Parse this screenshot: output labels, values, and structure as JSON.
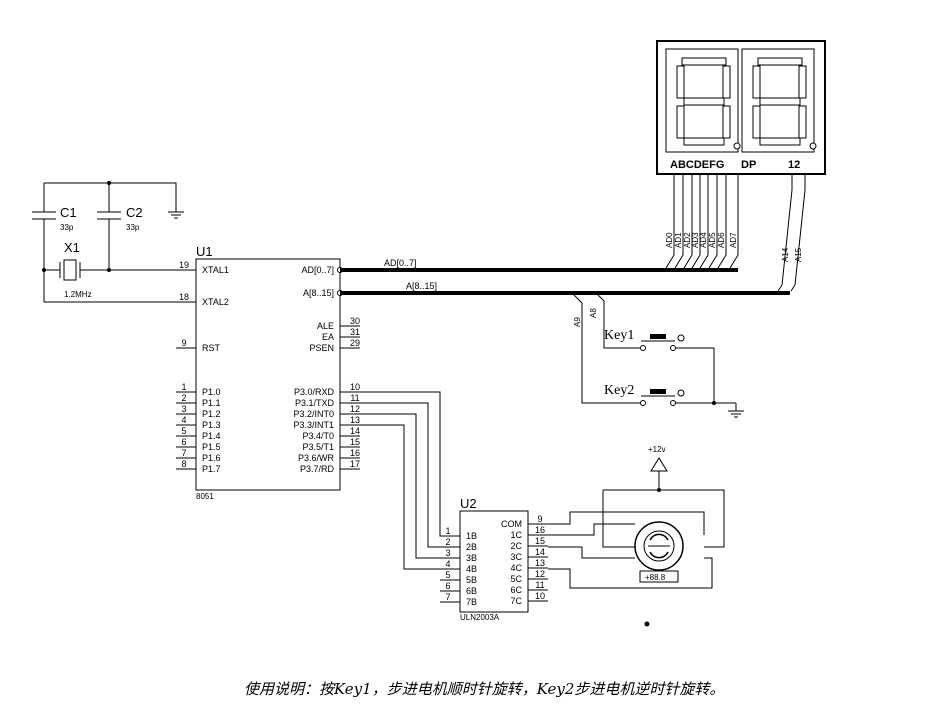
{
  "mcu": {
    "ref": "U1",
    "part": "8051",
    "left_pins": [
      {
        "num": "19",
        "label": "XTAL1"
      },
      {
        "num": "18",
        "label": "XTAL2"
      },
      {
        "num": "9",
        "label": "RST"
      },
      {
        "num": "1",
        "label": "P1.0"
      },
      {
        "num": "2",
        "label": "P1.1"
      },
      {
        "num": "3",
        "label": "P1.2"
      },
      {
        "num": "4",
        "label": "P1.3"
      },
      {
        "num": "5",
        "label": "P1.4"
      },
      {
        "num": "6",
        "label": "P1.5"
      },
      {
        "num": "7",
        "label": "P1.6"
      },
      {
        "num": "8",
        "label": "P1.7"
      }
    ],
    "right_pins": [
      {
        "num": "",
        "label": "AD[0..7]"
      },
      {
        "num": "",
        "label": "A[8..15]"
      },
      {
        "num": "30",
        "label": "ALE"
      },
      {
        "num": "31",
        "label": "EA"
      },
      {
        "num": "29",
        "label": "PSEN"
      },
      {
        "num": "10",
        "label": "P3.0/RXD"
      },
      {
        "num": "11",
        "label": "P3.1/TXD"
      },
      {
        "num": "12",
        "label": "P3.2/INT0"
      },
      {
        "num": "13",
        "label": "P3.3/INT1"
      },
      {
        "num": "14",
        "label": "P3.4/T0"
      },
      {
        "num": "15",
        "label": "P3.5/T1"
      },
      {
        "num": "16",
        "label": "P3.6/WR"
      },
      {
        "num": "17",
        "label": "P3.7/RD"
      }
    ]
  },
  "crystal": {
    "ref": "X1",
    "value": "1.2MHz"
  },
  "c1": {
    "ref": "C1",
    "value": "33p"
  },
  "c2": {
    "ref": "C2",
    "value": "33p"
  },
  "buses": {
    "ad": "AD[0..7]",
    "a": "A[8..15]"
  },
  "display": {
    "segment_labels": "ABCDEFG",
    "dp_label": "DP",
    "digit_labels": "12",
    "ad_nets": [
      "AD0",
      "AD1",
      "AD2",
      "AD3",
      "AD4",
      "AD5",
      "AD6",
      "AD7"
    ],
    "a_nets": [
      "A14",
      "A15"
    ]
  },
  "keys": {
    "key1": "Key1",
    "key2": "Key2",
    "net_a9": "A9",
    "net_a8": "A8"
  },
  "driver": {
    "ref": "U2",
    "part": "ULN2003A",
    "left_pins": [
      {
        "num": "1",
        "label": "1B"
      },
      {
        "num": "2",
        "label": "2B"
      },
      {
        "num": "3",
        "label": "3B"
      },
      {
        "num": "4",
        "label": "4B"
      },
      {
        "num": "5",
        "label": "5B"
      },
      {
        "num": "6",
        "label": "6B"
      },
      {
        "num": "7",
        "label": "7B"
      }
    ],
    "right_pins": [
      {
        "num": "9",
        "label": "COM"
      },
      {
        "num": "16",
        "label": "1C"
      },
      {
        "num": "15",
        "label": "2C"
      },
      {
        "num": "14",
        "label": "3C"
      },
      {
        "num": "13",
        "label": "4C"
      },
      {
        "num": "12",
        "label": "5C"
      },
      {
        "num": "11",
        "label": "6C"
      },
      {
        "num": "10",
        "label": "7C"
      }
    ]
  },
  "power": {
    "label": "+12v"
  },
  "motor": {
    "readout": "+88.8"
  },
  "caption": "使用说明：按Key1，步进电机顺时针旋转，Key2步进电机逆时针旋转。"
}
